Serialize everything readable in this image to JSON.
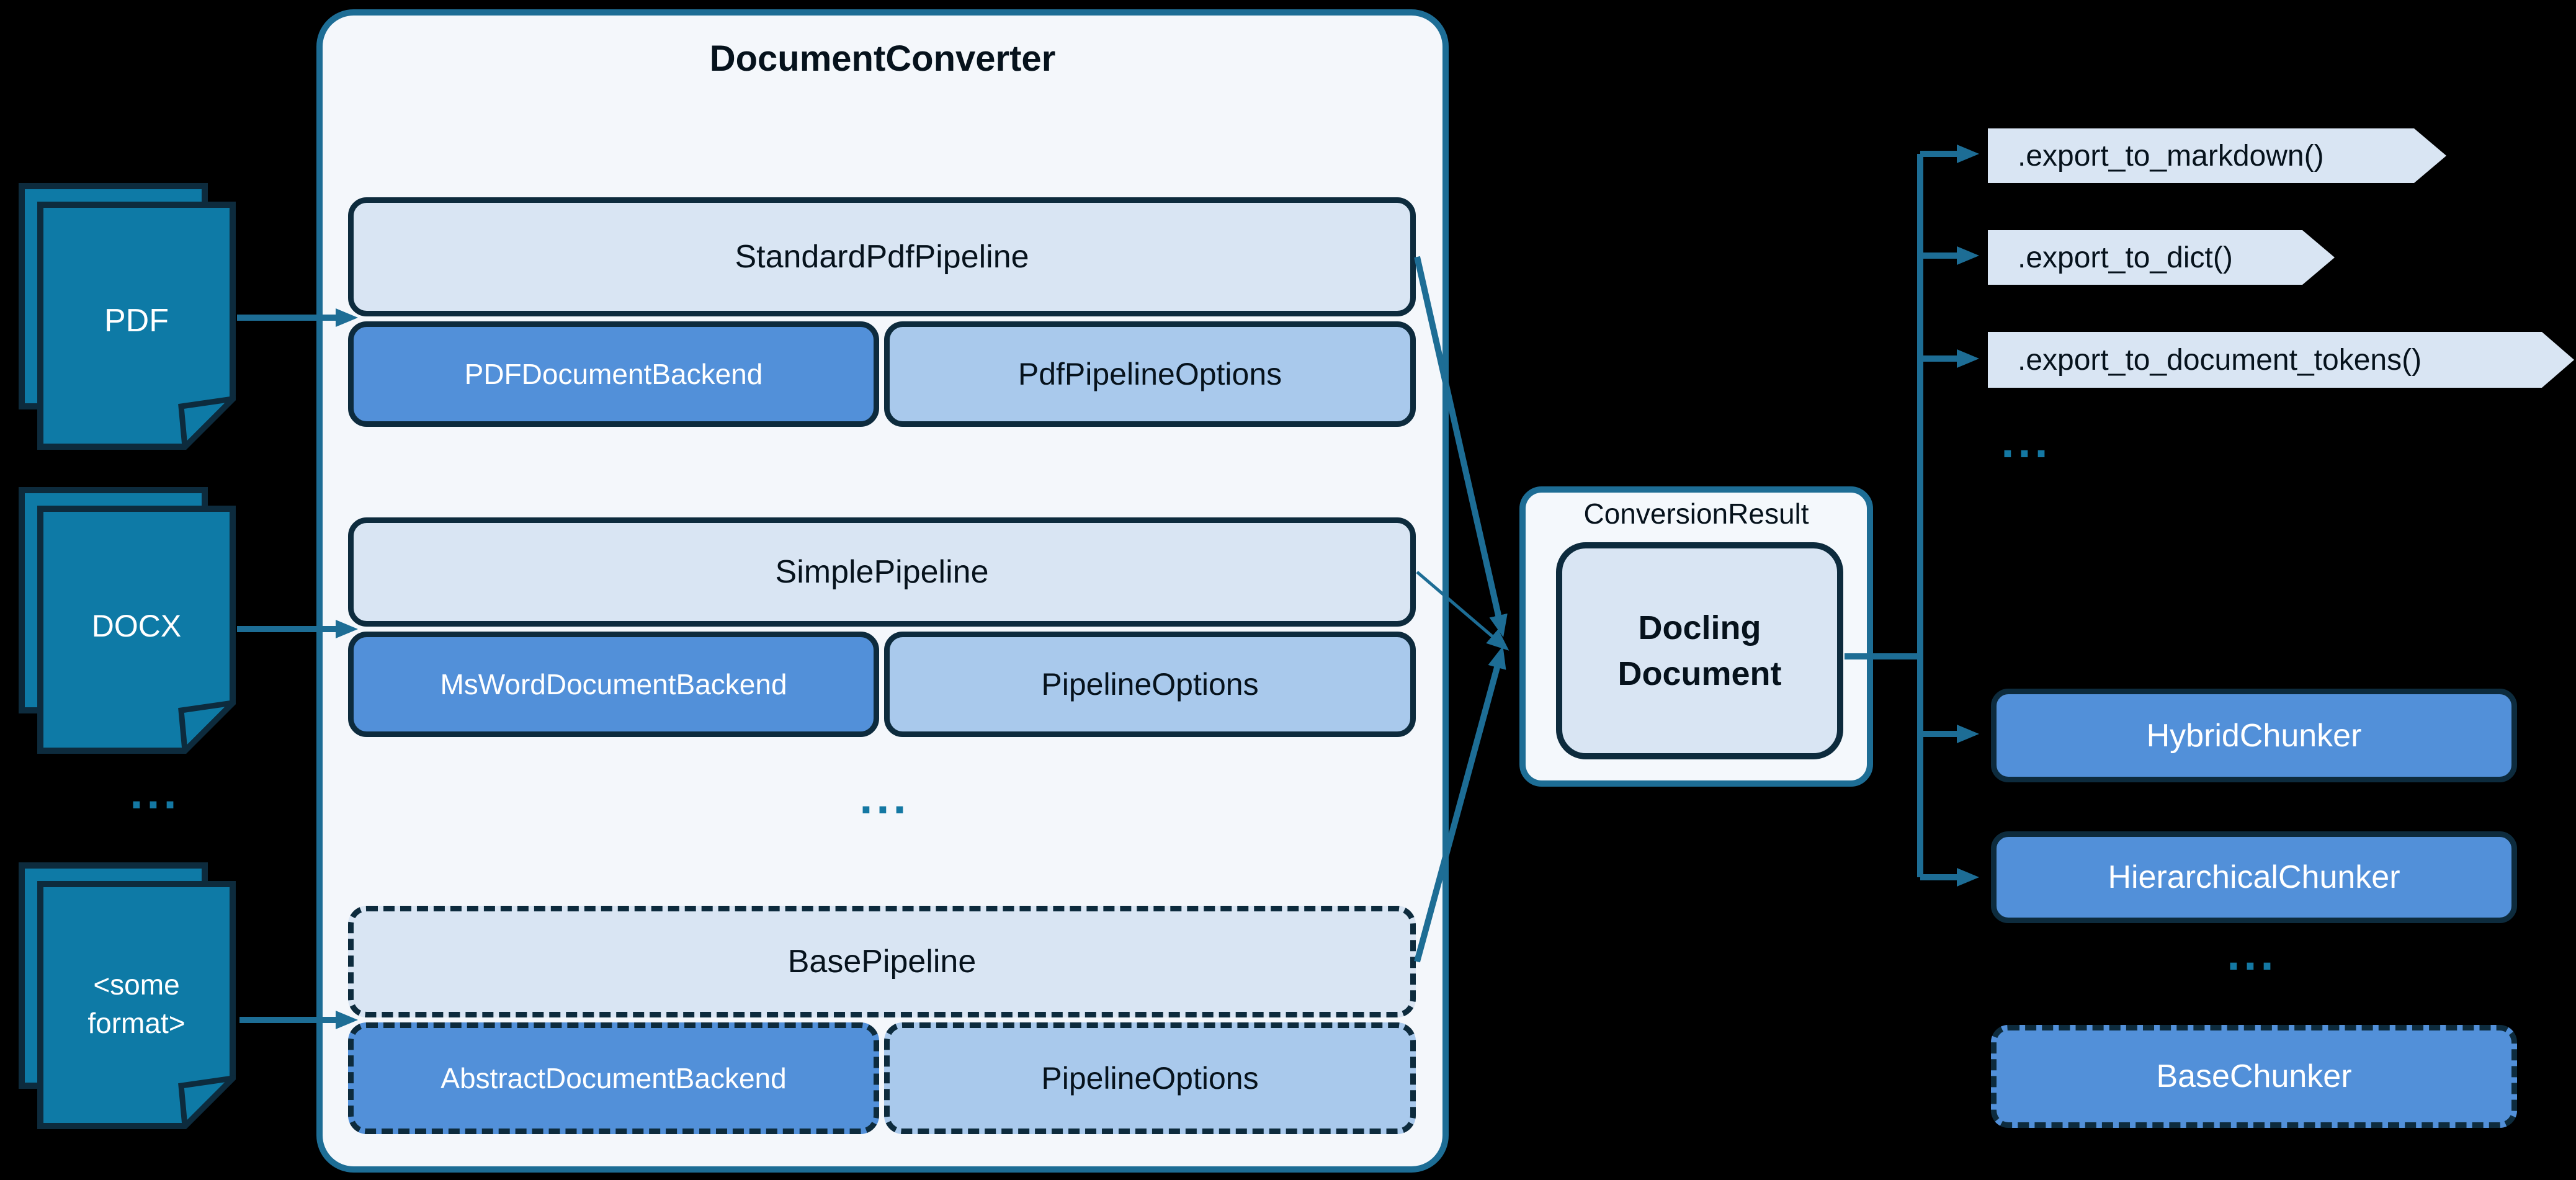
{
  "title": "DocumentConverter",
  "ellipsis": "...",
  "inputs": {
    "pdf": "PDF",
    "docx": "DOCX",
    "some_format": "<some\nformat>"
  },
  "pipelines": [
    {
      "name": "StandardPdfPipeline",
      "backend": "PDFDocumentBackend",
      "options": "PdfPipelineOptions"
    },
    {
      "name": "SimplePipeline",
      "backend": "MsWordDocumentBackend",
      "options": "PipelineOptions"
    },
    {
      "name": "BasePipeline",
      "backend": "AbstractDocumentBackend",
      "options": "PipelineOptions"
    }
  ],
  "result": {
    "label": "ConversionResult",
    "document": "Docling\nDocument"
  },
  "exports": [
    ".export_to_markdown()",
    ".export_to_dict()",
    ".export_to_document_tokens()"
  ],
  "chunkers": [
    "HybridChunker",
    "HierarchicalChunker",
    "BaseChunker"
  ],
  "colors": {
    "background": "#000000",
    "doc_icon_fill": "#0e7aa6",
    "dark_border": "#0d2b3d",
    "teal_line": "#1d6d95",
    "panel_fill": "#f4f7fb",
    "light_blue": "#d9e5f3",
    "mid_light_blue": "#a9c9ec",
    "medium_blue": "#5290d9",
    "dot_teal": "#1478a3"
  }
}
